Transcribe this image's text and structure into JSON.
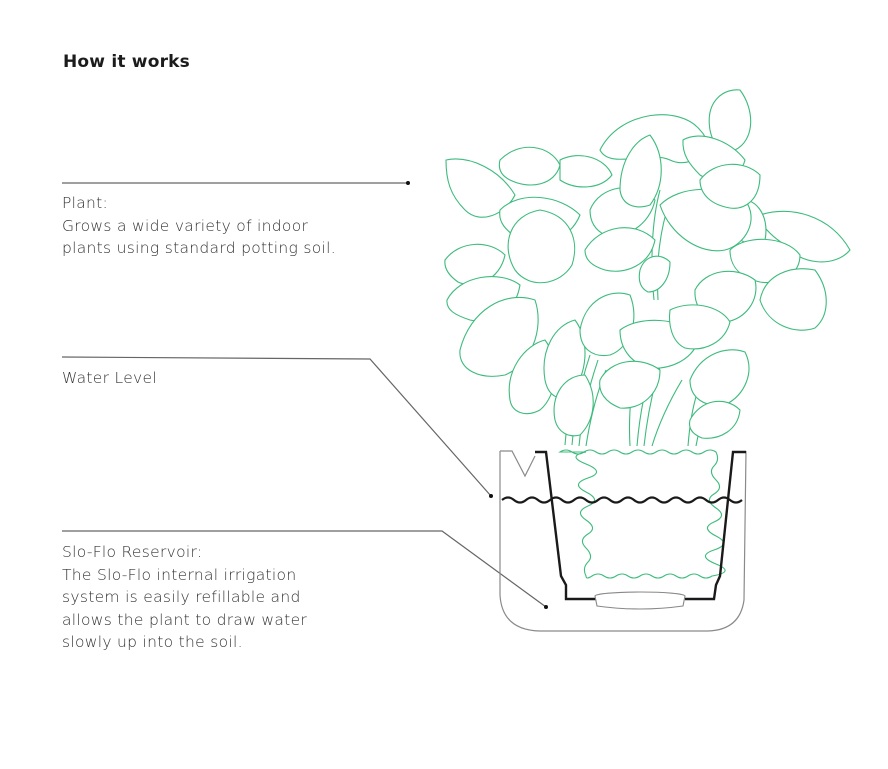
{
  "title": "How it works",
  "callouts": [
    {
      "name": "plant",
      "heading": "Plant:",
      "lines": [
        "Grows a wide variety of indoor",
        "plants using standard potting soil."
      ]
    },
    {
      "name": "water-level",
      "heading": "Water Level",
      "lines": []
    },
    {
      "name": "reservoir",
      "heading": "Slo-Flo Reservoir:",
      "lines": [
        "The Slo-Flo internal irrigation",
        "system is easily refillable and",
        "allows the plant to draw water",
        "slowly up into the soil."
      ]
    }
  ],
  "colors": {
    "plant_line": "#3dbb7c",
    "pot_inner": "#1a1a1a",
    "pot_outer": "#8a8a8a",
    "leader_line": "#666666",
    "text": "#333333"
  }
}
